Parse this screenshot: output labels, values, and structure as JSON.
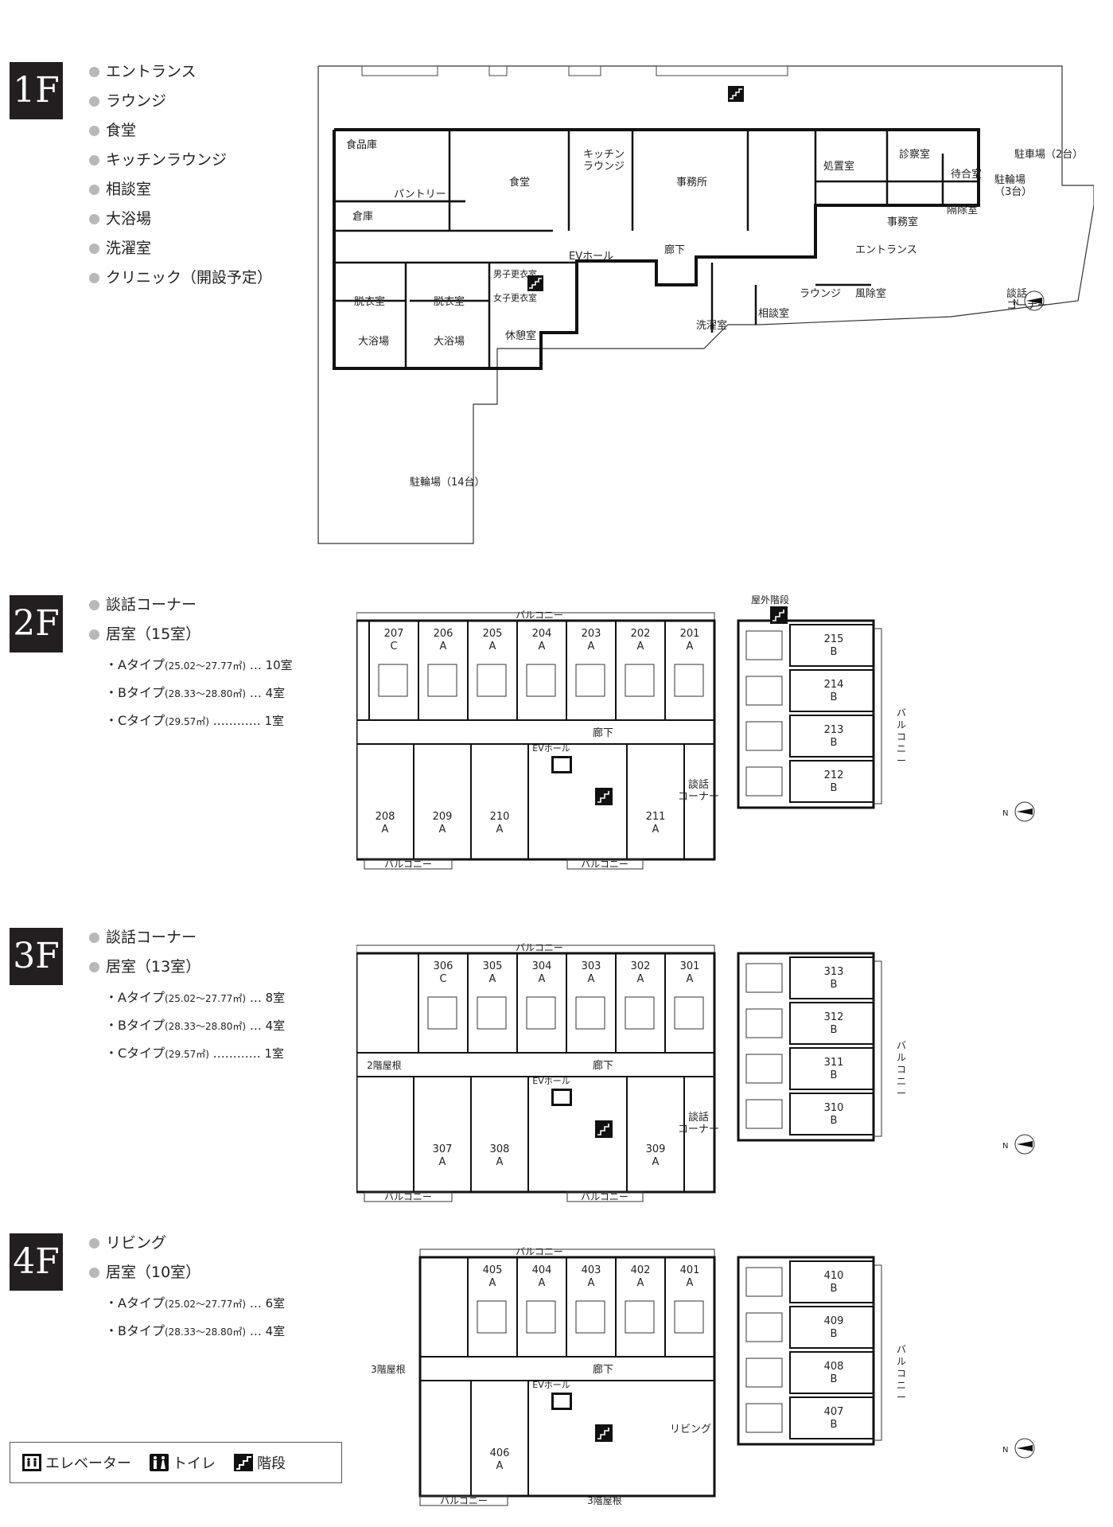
{
  "floors": {
    "f1": {
      "badge": "1F",
      "features": [
        "エントランス",
        "ラウンジ",
        "食堂",
        "キッチンラウンジ",
        "相談室",
        "大浴場",
        "洗濯室",
        "クリニック（開設予定）"
      ],
      "plan": {
        "rooms": {
          "shokuhinko": "食品庫",
          "pantry": "パントリー",
          "shokudo": "食堂",
          "kitchen": "キッチン\nラウンジ",
          "jimusho": "事務所",
          "shochi": "処置室",
          "shinsatsu": "診察室",
          "machiai": "待合室",
          "jimu": "事務室",
          "kakujo": "隔除室",
          "chushajo": "駐車場（2台）",
          "churinjo_small": "駐輪場\n（3台）",
          "souko": "倉庫",
          "ev_hall": "EVホール",
          "rouka": "廊下",
          "entrance": "エントランス",
          "datsui1": "脱衣室",
          "datsui2": "脱衣室",
          "dankoui": "男子更衣室",
          "joshikoui": "女子更衣室",
          "kyukei": "休憩室",
          "daiyokujo1": "大浴場",
          "daiyokujo2": "大浴場",
          "sentaku": "洗濯室",
          "soudan": "相談室",
          "lounge": "ラウンジ",
          "fushitsu": "風除室",
          "danwa": "談話\nコーナー",
          "churinjo": "駐輪場（14台）"
        }
      }
    },
    "f2": {
      "badge": "2F",
      "features": [
        "談話コーナー",
        "居室（15室）"
      ],
      "subtypes": [
        {
          "name": "・Aタイプ",
          "range": "(25.02〜27.77㎡)",
          "count": "… 10室"
        },
        {
          "name": "・Bタイプ",
          "range": "(28.33〜28.80㎡)",
          "count": "… 4室"
        },
        {
          "name": "・Cタイプ",
          "range": "(29.57㎡)",
          "count": "………… 1室"
        }
      ],
      "plan": {
        "stairs_label": "屋外階段",
        "balcony_top": "バルコニー",
        "balcony_right": "バルコニー",
        "balcony_bottom_left": "バルコニー",
        "balcony_bottom_mid": "バルコニー",
        "rouka": "廊下",
        "ev_hall": "EVホール",
        "danwa": "談話\nコーナー",
        "top_rooms": [
          [
            "207",
            "C"
          ],
          [
            "206",
            "A"
          ],
          [
            "205",
            "A"
          ],
          [
            "204",
            "A"
          ],
          [
            "203",
            "A"
          ],
          [
            "202",
            "A"
          ],
          [
            "201",
            "A"
          ]
        ],
        "bottom_rooms": [
          [
            "208",
            "A"
          ],
          [
            "209",
            "A"
          ],
          [
            "210",
            "A"
          ],
          [
            "211",
            "A"
          ]
        ],
        "right_rooms": [
          [
            "215",
            "B"
          ],
          [
            "214",
            "B"
          ],
          [
            "213",
            "B"
          ],
          [
            "212",
            "B"
          ]
        ]
      }
    },
    "f3": {
      "badge": "3F",
      "features": [
        "談話コーナー",
        "居室（13室）"
      ],
      "subtypes": [
        {
          "name": "・Aタイプ",
          "range": "(25.02〜27.77㎡)",
          "count": "… 8室"
        },
        {
          "name": "・Bタイプ",
          "range": "(28.33〜28.80㎡)",
          "count": "… 4室"
        },
        {
          "name": "・Cタイプ",
          "range": "(29.57㎡)",
          "count": "………… 1室"
        }
      ],
      "plan": {
        "balcony_top": "バルコニー",
        "balcony_right": "バルコニー",
        "balcony_bottom_left": "バルコニー",
        "balcony_bottom_mid": "バルコニー",
        "roof": "2階屋根",
        "rouka": "廊下",
        "ev_hall": "EVホール",
        "danwa": "談話\nコーナー",
        "top_rooms": [
          [
            "306",
            "C"
          ],
          [
            "305",
            "A"
          ],
          [
            "304",
            "A"
          ],
          [
            "303",
            "A"
          ],
          [
            "302",
            "A"
          ],
          [
            "301",
            "A"
          ]
        ],
        "bottom_rooms": [
          [
            "307",
            "A"
          ],
          [
            "308",
            "A"
          ],
          [
            "309",
            "A"
          ]
        ],
        "right_rooms": [
          [
            "313",
            "B"
          ],
          [
            "312",
            "B"
          ],
          [
            "311",
            "B"
          ],
          [
            "310",
            "B"
          ]
        ]
      }
    },
    "f4": {
      "badge": "4F",
      "features": [
        "リビング",
        "居室（10室）"
      ],
      "subtypes": [
        {
          "name": "・Aタイプ",
          "range": "(25.02〜27.77㎡)",
          "count": "… 6室"
        },
        {
          "name": "・Bタイプ",
          "range": "(28.33〜28.80㎡)",
          "count": "… 4室"
        }
      ],
      "plan": {
        "balcony_top": "バルコニー",
        "balcony_right": "バルコニー",
        "balcony_bottom_left": "バルコニー",
        "roof_bottom": "3階屋根",
        "roof": "3階屋根",
        "rouka": "廊下",
        "ev_hall": "EVホール",
        "living": "リビング",
        "top_rooms": [
          [
            "405",
            "A"
          ],
          [
            "404",
            "A"
          ],
          [
            "403",
            "A"
          ],
          [
            "402",
            "A"
          ],
          [
            "401",
            "A"
          ]
        ],
        "bottom_rooms": [
          [
            "406",
            "A"
          ]
        ],
        "right_rooms": [
          [
            "410",
            "B"
          ],
          [
            "409",
            "B"
          ],
          [
            "408",
            "B"
          ],
          [
            "407",
            "B"
          ]
        ]
      }
    }
  },
  "compass_label": "N",
  "legend": {
    "elevator": "エレベーター",
    "toilet": "トイレ",
    "stairs": "階段"
  }
}
